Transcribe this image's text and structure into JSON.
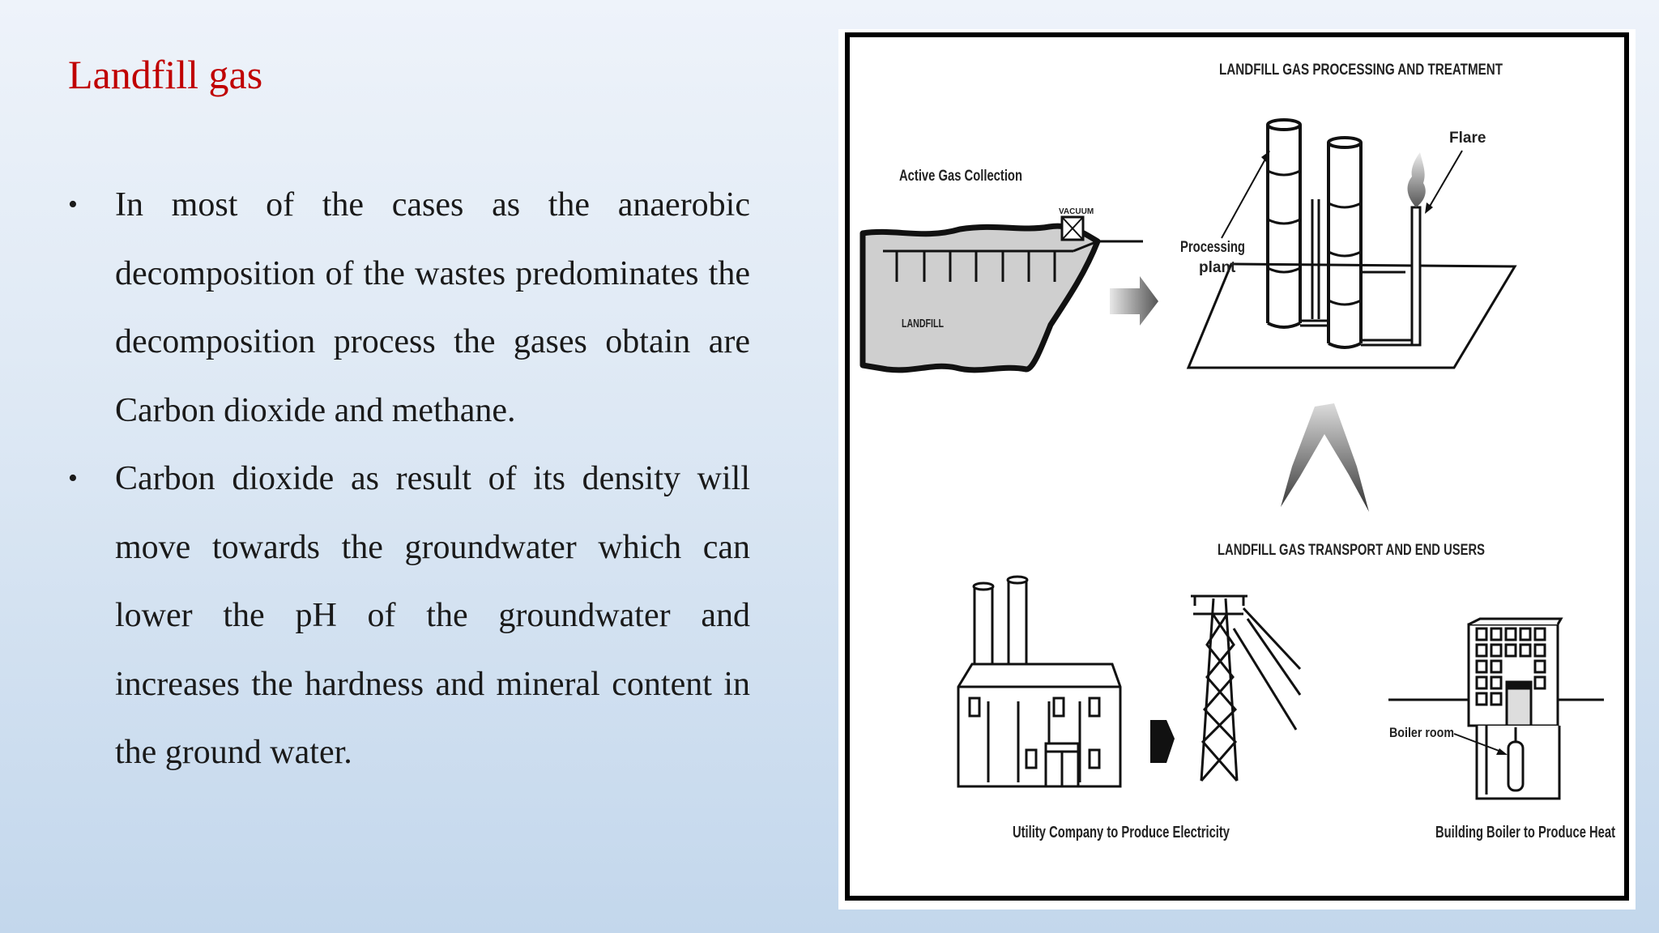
{
  "slide": {
    "title": "Landfill gas",
    "bullets": [
      "In most of the cases as the anaerobic decomposition of the wastes predominates the decomposition process the gases obtain are Carbon dioxide and methane.",
      "Carbon dioxide as result of its density will move towards the groundwater which can lower the pH of the groundwater and increases the hardness and mineral content in the ground water."
    ]
  },
  "diagram": {
    "heading_processing": "LANDFILL GAS PROCESSING AND TREATMENT",
    "label_collection": "Active Gas Collection",
    "label_vacuum": "VACUUM",
    "label_landfill": "LANDFILL",
    "label_processing_line1": "Processing",
    "label_processing_line2": "plant",
    "label_flare": "Flare",
    "heading_transport": "LANDFILL GAS TRANSPORT AND END USERS",
    "label_boiler_room": "Boiler room",
    "caption_utility": "Utility Company to Produce Electricity",
    "caption_building": "Building Boiler to Produce Heat"
  }
}
